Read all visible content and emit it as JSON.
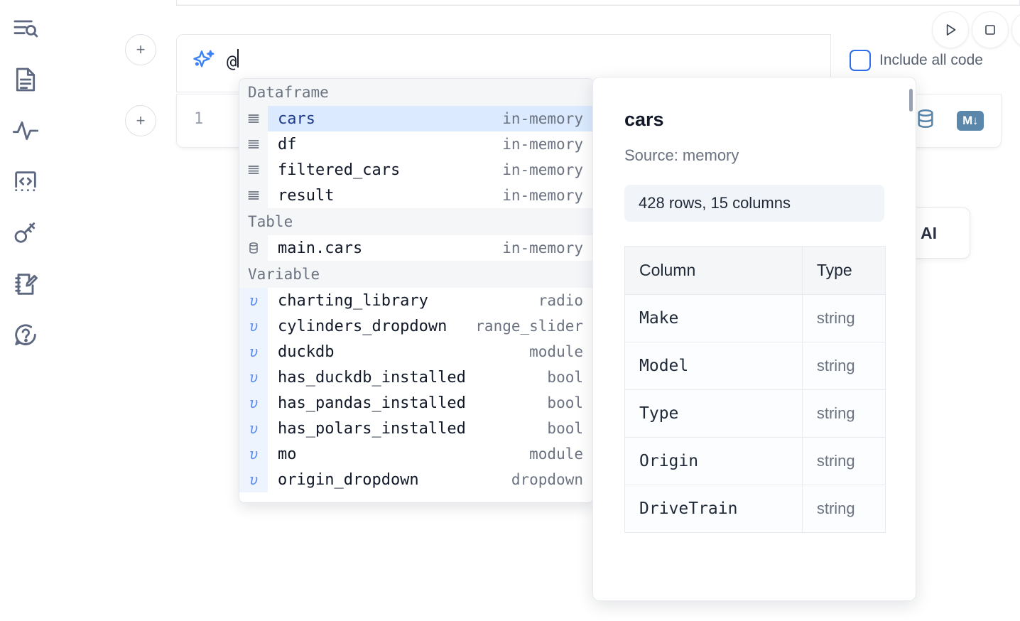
{
  "sidebar": {
    "items": [
      {
        "name": "explore-icon",
        "label": "Explore"
      },
      {
        "name": "file-text-icon",
        "label": "Notebook file"
      },
      {
        "name": "activity-pulse-icon",
        "label": "Activity"
      },
      {
        "name": "code-brackets-icon",
        "label": "Code snippets"
      },
      {
        "name": "key-icon",
        "label": "Secrets"
      },
      {
        "name": "notebook-pencil-icon",
        "label": "Scratchpad"
      },
      {
        "name": "help-chat-icon",
        "label": "Help"
      }
    ]
  },
  "toolbar": {
    "add_cell_label": "+",
    "run_label": "Run",
    "stop_label": "Stop",
    "include_all_code_label": "Include all code",
    "include_all_code_checked": false,
    "accent_color": "#2f6fed"
  },
  "prompt": {
    "value": "@",
    "icon": "sparkles-icon",
    "icon_color": "#3b82f6"
  },
  "code_cell": {
    "line_number": "1",
    "database_icon": "database-icon",
    "markdown_icon_label": "M",
    "icon_color": "#5b87ab"
  },
  "ai_card": {
    "label": "h AI"
  },
  "autocomplete": {
    "groups": [
      {
        "label": "Dataframe",
        "items": [
          {
            "icon": "dataframe-icon",
            "name": "cars",
            "type": "in-memory",
            "selected": true
          },
          {
            "icon": "dataframe-icon",
            "name": "df",
            "type": "in-memory",
            "selected": false
          },
          {
            "icon": "dataframe-icon",
            "name": "filtered_cars",
            "type": "in-memory",
            "selected": false
          },
          {
            "icon": "dataframe-icon",
            "name": "result",
            "type": "in-memory",
            "selected": false
          }
        ]
      },
      {
        "label": "Table",
        "items": [
          {
            "icon": "table-icon",
            "name": "main.cars",
            "type": "in-memory",
            "selected": false
          }
        ]
      },
      {
        "label": "Variable",
        "items": [
          {
            "icon": "variable-icon",
            "name": "charting_library",
            "type": "radio",
            "selected": false
          },
          {
            "icon": "variable-icon",
            "name": "cylinders_dropdown",
            "type": "range_slider",
            "selected": false
          },
          {
            "icon": "variable-icon",
            "name": "duckdb",
            "type": "module",
            "selected": false
          },
          {
            "icon": "variable-icon",
            "name": "has_duckdb_installed",
            "type": "bool",
            "selected": false
          },
          {
            "icon": "variable-icon",
            "name": "has_pandas_installed",
            "type": "bool",
            "selected": false
          },
          {
            "icon": "variable-icon",
            "name": "has_polars_installed",
            "type": "bool",
            "selected": false
          },
          {
            "icon": "variable-icon",
            "name": "mo",
            "type": "module",
            "selected": false
          },
          {
            "icon": "variable-icon",
            "name": "origin_dropdown",
            "type": "dropdown",
            "selected": false
          }
        ]
      }
    ]
  },
  "detail_panel": {
    "title": "cars",
    "source": "Source: memory",
    "shape": "428 rows, 15 columns",
    "table": {
      "headers": [
        "Column",
        "Type"
      ],
      "rows": [
        {
          "column": "Make",
          "type": "string"
        },
        {
          "column": "Model",
          "type": "string"
        },
        {
          "column": "Type",
          "type": "string"
        },
        {
          "column": "Origin",
          "type": "string"
        },
        {
          "column": "DriveTrain",
          "type": "string"
        }
      ]
    }
  }
}
